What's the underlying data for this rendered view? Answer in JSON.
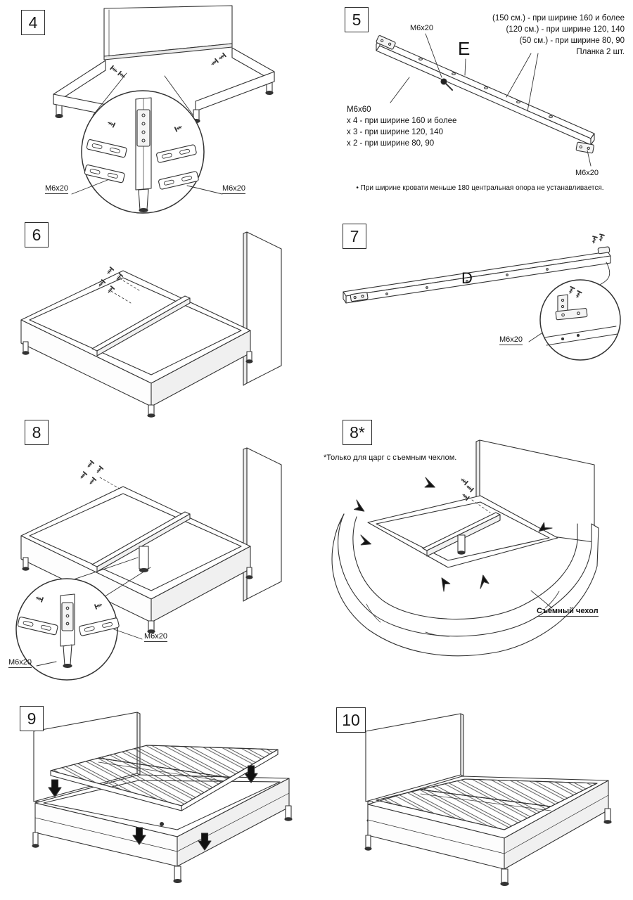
{
  "meta": {
    "line_color": "#333333"
  },
  "step4": {
    "number": "4",
    "bolt_left": "М6х20",
    "bolt_right": "М6х20"
  },
  "step5": {
    "number": "5",
    "part_letter": "E",
    "bolt_top": "М6х20",
    "bolt_bottom": "М6х20",
    "width_lines": [
      "(150 см.) - при ширине 160 и более",
      "(120 см.) - при ширине 120, 140",
      "(50 см.) - при ширине 80, 90",
      "Планка 2 шт."
    ],
    "bolt_lines": [
      "М6х60",
      "х 4 - при ширине 160 и более",
      "х 3 - при ширине 120, 140",
      "х 2 - при ширине 80, 90"
    ],
    "footnote": "• При ширине кровати меньше 180 центральная опора не устанавливается."
  },
  "step6": {
    "number": "6"
  },
  "step7": {
    "number": "7",
    "part_letter": "D",
    "bolt": "М6х20"
  },
  "step8": {
    "number": "8",
    "bolt_right": "М6х20",
    "bolt_left": "М6х20"
  },
  "step8a": {
    "number": "8*",
    "note": "*Только для царг с съемным чехлом.",
    "cover_label": "Съемный чехол"
  },
  "step9": {
    "number": "9"
  },
  "step10": {
    "number": "10"
  }
}
